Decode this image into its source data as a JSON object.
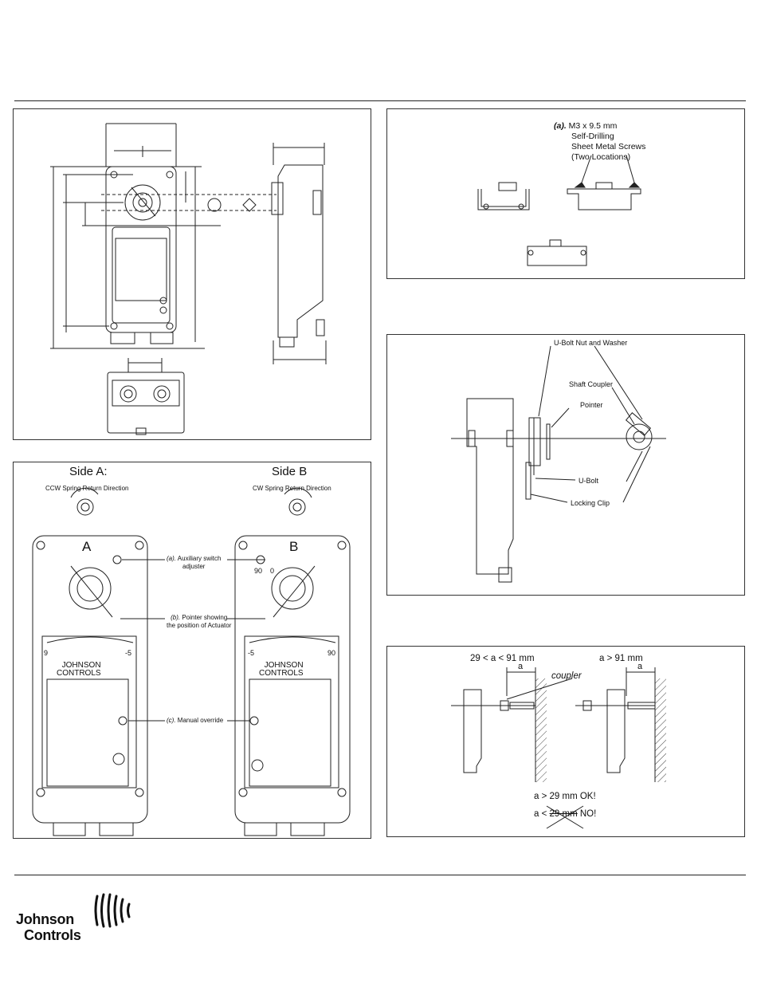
{
  "panel_screws": {
    "title_prefix": "(a).",
    "title_lines": [
      "M3 x 9.5 mm",
      "Self-Drilling",
      "Sheet Metal Screws",
      "(Two Locations)"
    ]
  },
  "panel_spring": {
    "side_a": "Side A:",
    "side_b": "Side B",
    "ccw": "CCW Spring Return Direction",
    "cw": "CW Spring Return Direction",
    "letter_a": "A",
    "letter_b": "B",
    "callout_a_prefix": "(a).",
    "callout_a_line1": "Auxiliary switch",
    "callout_a_line2": "adjuster",
    "callout_b_prefix": "(b).",
    "callout_b_line1": "Pointer showing",
    "callout_b_line2": "the position of Actuator",
    "callout_c_prefix": "(c).",
    "callout_c_line1": "Manual override",
    "aux_90": "90",
    "aux_0": "0",
    "scale_a_left": "9",
    "scale_a_right": "-5",
    "scale_b_left": "-5",
    "scale_b_right": "90",
    "brand_line1": "JOHNSON",
    "brand_line2": "CONTROLS"
  },
  "panel_ubolt": {
    "nut": "U-Bolt Nut and Washer",
    "coupler": "Shaft Coupler",
    "pointer": "Pointer",
    "ubolt": "U-Bolt",
    "clip": "Locking Clip"
  },
  "panel_shaft": {
    "range_left": "29 < a < 91 mm",
    "range_right": "a > 91 mm",
    "coupler": "coupler",
    "dim_a": "a",
    "ok_line": "a > 29 mm OK!",
    "no_prefix": "a < ",
    "no_struck": "29 mm",
    "no_suffix": " NO!"
  },
  "footer": {
    "logo_line1": "Johnson",
    "logo_line2": "Controls"
  }
}
